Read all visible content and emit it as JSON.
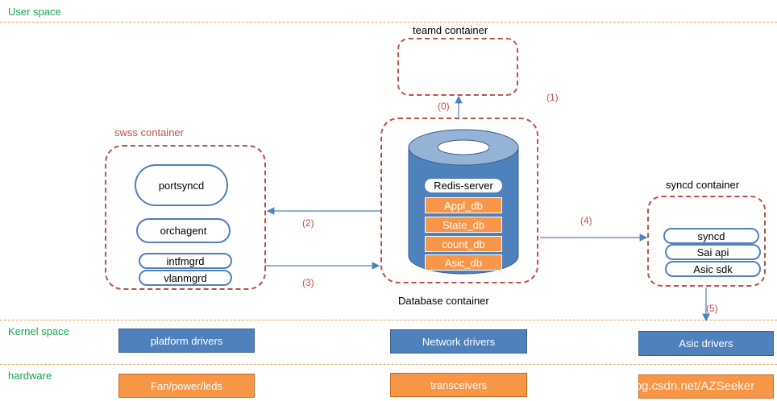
{
  "zones": {
    "user": "User space",
    "kernel": "Kernel space",
    "hardware": "hardware"
  },
  "teamd": {
    "title": "teamd container"
  },
  "swss": {
    "title": "swss container",
    "items": [
      "portsyncd",
      "orchagent",
      "intfmgrd",
      "vlanmgrd"
    ]
  },
  "database": {
    "title": "Database container",
    "server_label": "Redis-server",
    "dbs": [
      "Appl_db",
      "State_db",
      "count_db",
      "Asic_db"
    ]
  },
  "syncd": {
    "title": "syncd container",
    "items": [
      "syncd",
      "Sai api",
      "Asic sdk"
    ]
  },
  "steps": [
    "(0)",
    "(1)",
    "(2)",
    "(3)",
    "(4)",
    "(5)"
  ],
  "drivers": [
    "platform drivers",
    "Network drivers",
    "Asic drivers"
  ],
  "hardware": [
    "Fan/power/leds",
    "transceivers"
  ],
  "watermark": "https://blog.csdn.net/AZSeeker",
  "colors": {
    "zone_label": "#1aa34a",
    "container_border": "#c0504d",
    "pill_border": "#4f81bd",
    "driver_fill": "#4f81bd",
    "hardware_fill": "#f79646",
    "db_band": "#f79646",
    "cylinder": "#4f81bd",
    "arrow": "#4f81bd"
  }
}
